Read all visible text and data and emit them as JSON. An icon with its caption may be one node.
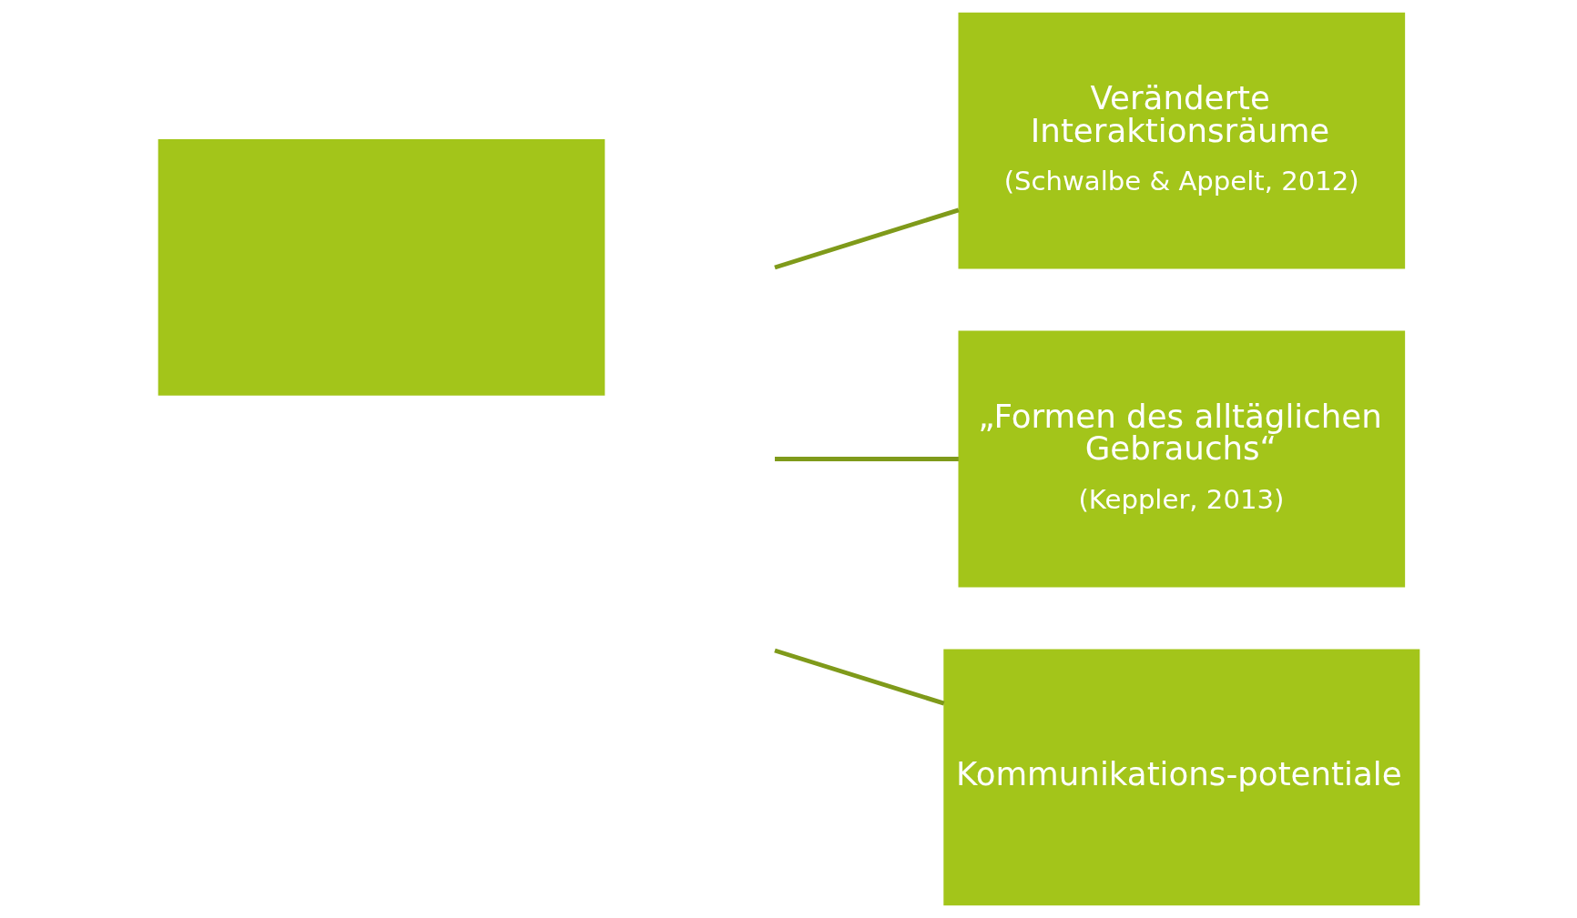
{
  "diagram": {
    "nodes": [
      {
        "text": [],
        "shape": "box"
      },
      {
        "text": [
          "Veränderte Interaktionsräume",
          "(Schwalbe & Appelt, 2012)"
        ]
      },
      {
        "text": [
          "„Formen des alltäglichen Gebrauchs“",
          "(Keppler, 2013)"
        ]
      },
      {
        "text": [
          "Kommunikations-potentiale"
        ]
      }
    ],
    "edges": [
      {
        "from": null,
        "to": 1,
        "arrow": "none"
      },
      {
        "from": null,
        "to": 2,
        "arrow": "none"
      },
      {
        "from": null,
        "to": 3,
        "arrow": "none"
      }
    ]
  }
}
